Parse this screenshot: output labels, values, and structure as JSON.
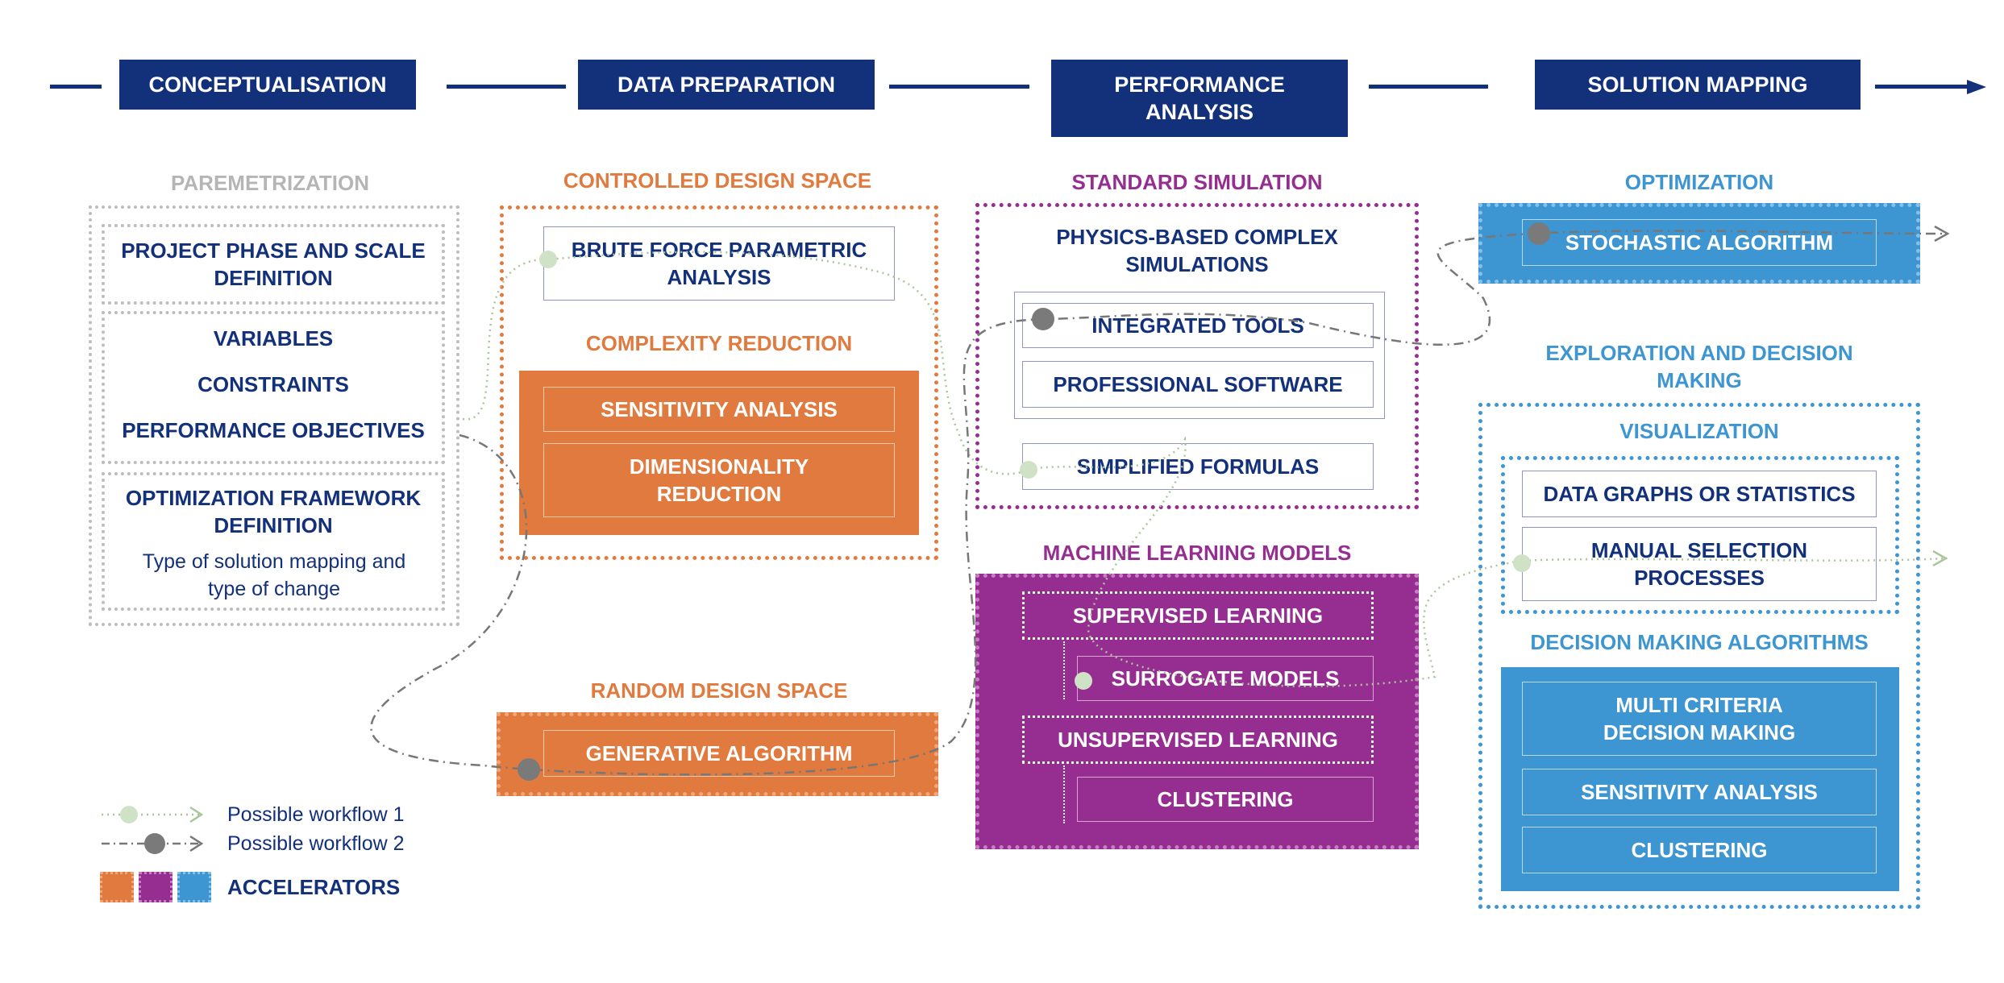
{
  "phases": {
    "conceptualisation": "CONCEPTUALISATION",
    "data_preparation": "DATA PREPARATION",
    "performance_analysis": "PERFORMANCE ANALYSIS",
    "solution_mapping": "SOLUTION MAPPING"
  },
  "col1": {
    "title": "PAREMETRIZATION",
    "project_phase": "PROJECT PHASE AND SCALE DEFINITION",
    "variables": "VARIABLES",
    "constraints": "CONSTRAINTS",
    "performance_objectives": "PERFORMANCE OBJECTIVES",
    "optimization_framework": "OPTIMIZATION FRAMEWORK DEFINITION",
    "solution_note": "Type of solution mapping and type of change"
  },
  "col2": {
    "controlled_title": "CONTROLLED DESIGN SPACE",
    "brute_force": "BRUTE FORCE PARAMETRIC ANALYSIS",
    "complexity_title": "COMPLEXITY REDUCTION",
    "sensitivity": "SENSITIVITY ANALYSIS",
    "dimensionality": "DIMENSIONALITY REDUCTION",
    "random_title": "RANDOM DESIGN SPACE",
    "generative": "GENERATIVE ALGORITHM"
  },
  "col3": {
    "standard_title": "STANDARD SIMULATION",
    "physics": "PHYSICS-BASED COMPLEX SIMULATIONS",
    "integrated": "INTEGRATED TOOLS",
    "professional": "PROFESSIONAL SOFTWARE",
    "simplified": "SIMPLIFIED FORMULAS",
    "ml_title": "MACHINE LEARNING MODELS",
    "supervised": "SUPERVISED LEARNING",
    "surrogate": "SURROGATE MODELS",
    "unsupervised": "UNSUPERVISED LEARNING",
    "clustering": "CLUSTERING"
  },
  "col4": {
    "optimization_title": "OPTIMIZATION",
    "stochastic": "STOCHASTIC ALGORITHM",
    "exploration_title": "EXPLORATION  AND DECISION MAKING",
    "visualization_title": "VISUALIZATION",
    "data_graphs": "DATA GRAPHS OR STATISTICS",
    "manual_selection": "MANUAL SELECTION PROCESSES",
    "decision_title": "DECISION MAKING ALGORITHMS",
    "mcdm": "MULTI CRITERIA DECISION MAKING",
    "sensitivity": "SENSITIVITY ANALYSIS",
    "clustering": "CLUSTERING"
  },
  "legend": {
    "workflow1": "Possible workflow 1",
    "workflow2": "Possible workflow 2",
    "accelerators": "ACCELERATORS"
  },
  "colors": {
    "navy": "#13307a",
    "orange": "#e07a3e",
    "purple": "#962e91",
    "blue": "#3d95d2",
    "workflow1": "#a9c69a",
    "workflow2": "#777777"
  }
}
